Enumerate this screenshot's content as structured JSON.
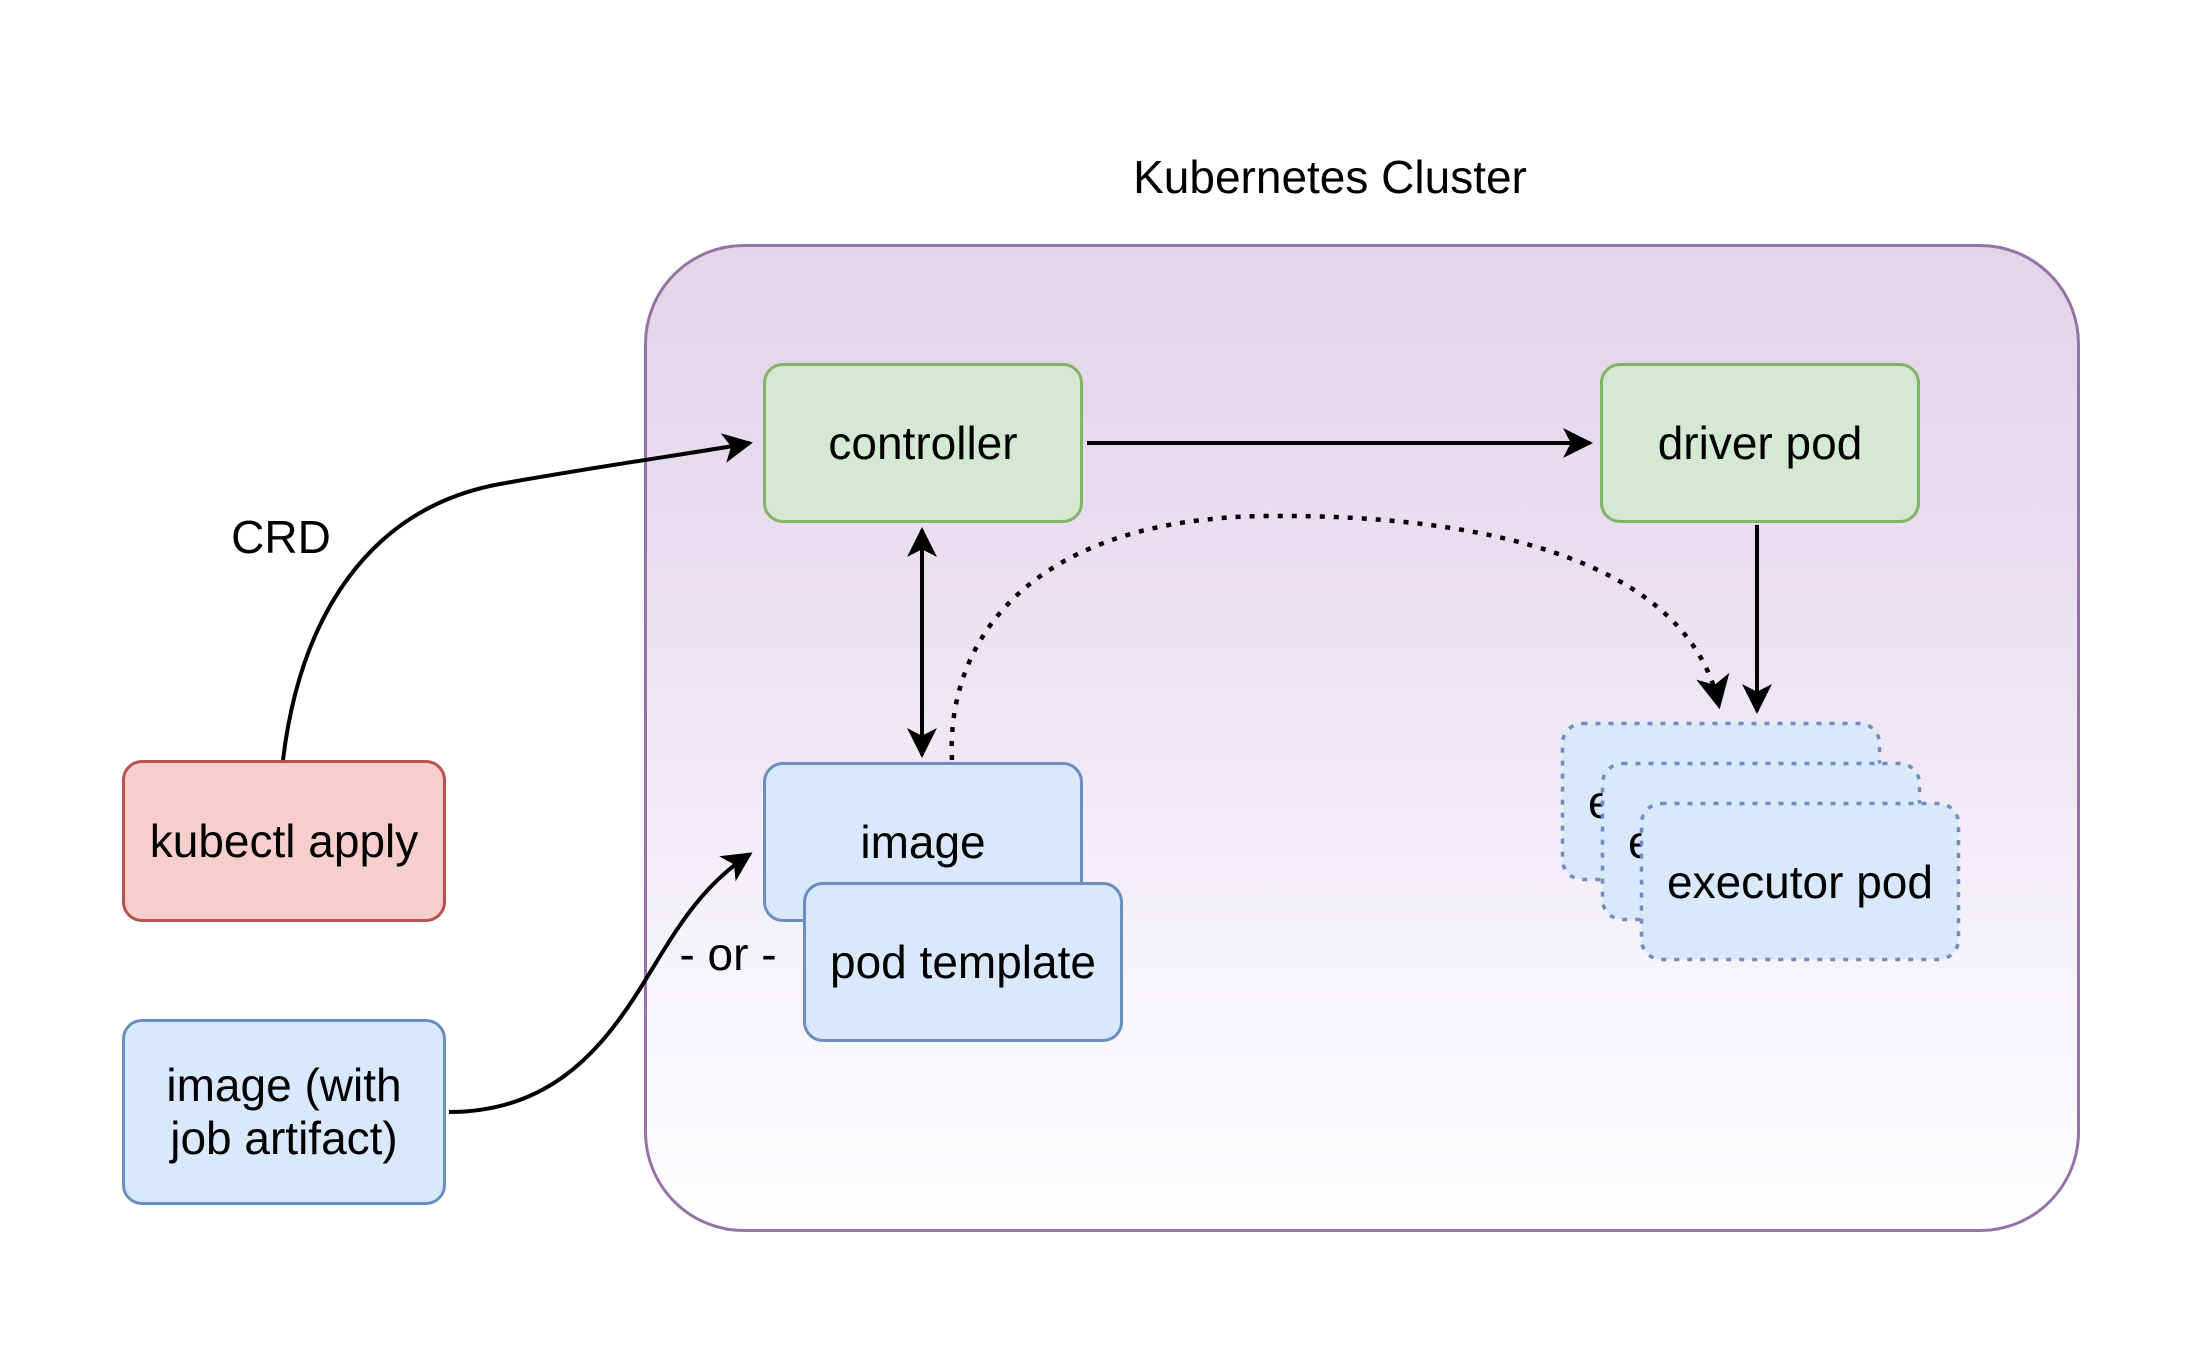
{
  "diagram": {
    "title": "Kubernetes Cluster",
    "labels": {
      "crd": "CRD",
      "or": "- or -"
    },
    "nodes": {
      "kubectl_apply": {
        "label": "kubectl apply"
      },
      "image_with_artifact": {
        "label": "image (with job artifact)",
        "lines": [
          "image (with",
          "job artifact)"
        ]
      },
      "controller": {
        "label": "controller"
      },
      "driver_pod": {
        "label": "driver pod"
      },
      "image": {
        "label": "image"
      },
      "pod_template": {
        "label": "pod template"
      },
      "executor_pods": [
        {
          "label": "executor pod"
        },
        {
          "label": "executor pod"
        },
        {
          "label": "executor pod"
        }
      ]
    },
    "edges": [
      {
        "name": "crd-to-controller",
        "from": "kubectl_apply",
        "to": "controller",
        "style": "solid",
        "label": "CRD"
      },
      {
        "name": "controller-to-driver-pod",
        "from": "controller",
        "to": "driver_pod",
        "style": "solid"
      },
      {
        "name": "controller-image-bidirectional",
        "from": "controller",
        "to": "image",
        "style": "solid-double-arrow"
      },
      {
        "name": "driver-pod-to-executors",
        "from": "driver_pod",
        "to": "executor_pods",
        "style": "solid"
      },
      {
        "name": "image-to-executors",
        "from": "image",
        "to": "executor_pods",
        "style": "dotted"
      },
      {
        "name": "artifact-to-image",
        "from": "image_with_artifact",
        "to": "image",
        "style": "solid"
      }
    ],
    "colors": {
      "green_fill": "#d5e8d4",
      "green_stroke": "#82b366",
      "blue_fill": "#dae8fc",
      "blue_stroke": "#6c8ebf",
      "red_fill": "#f8cecc",
      "red_stroke": "#b85450",
      "purple_stroke": "#9673a6",
      "purple_fill_top": "#e1d5e7",
      "arrow": "#000000",
      "text": "#000000"
    }
  }
}
